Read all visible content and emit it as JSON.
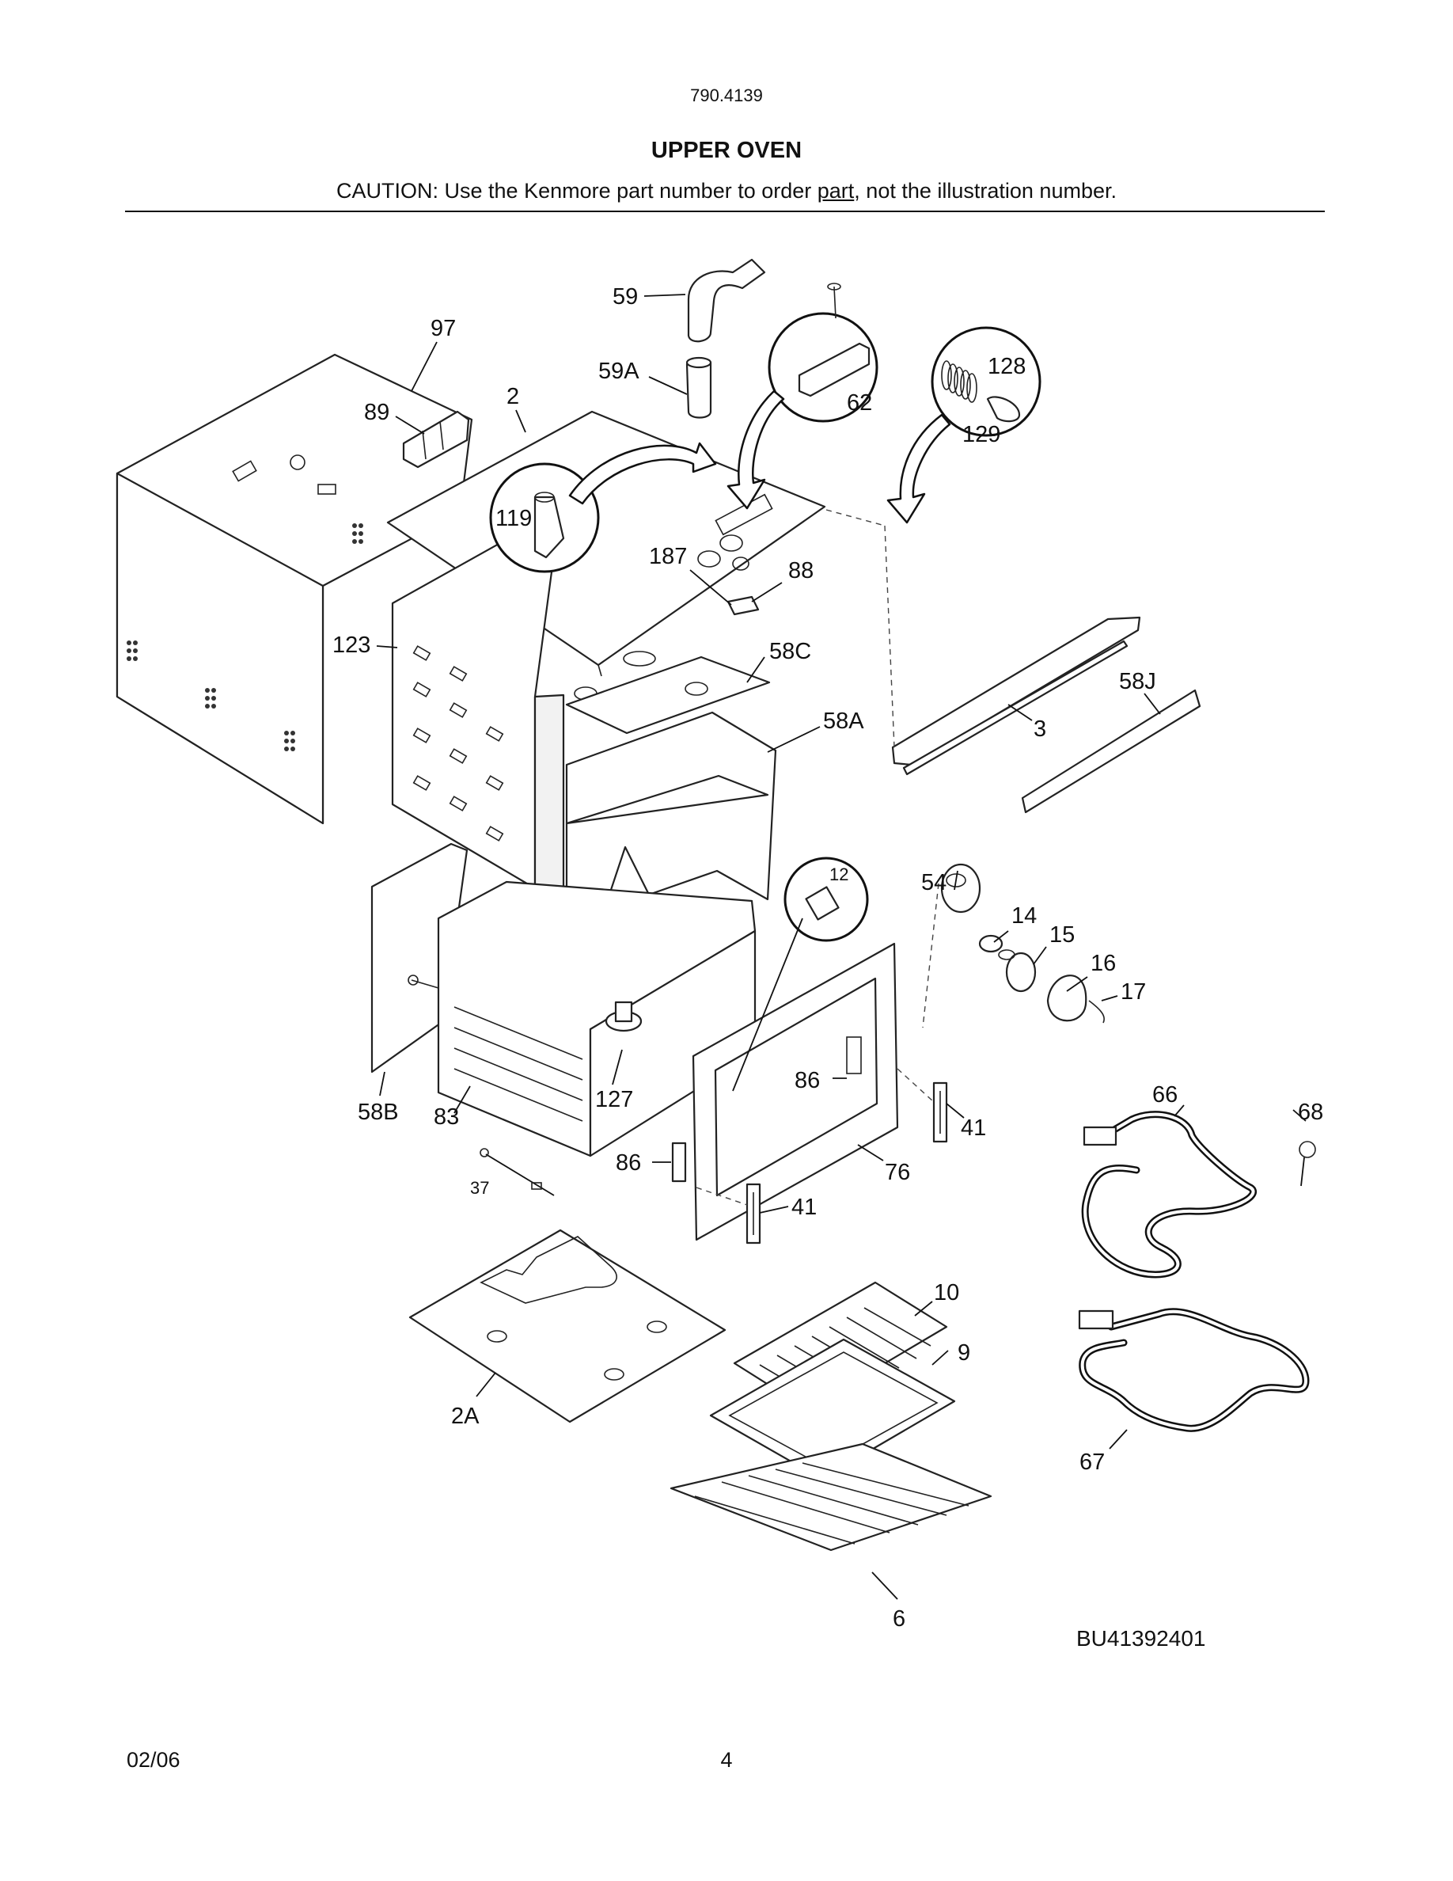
{
  "header": {
    "model": "790.4139",
    "title": "UPPER OVEN",
    "caution_before": "CAUTION: Use the Kenmore part number to order ",
    "caution_underlined": "part",
    "caution_after": ", not the illustration number."
  },
  "callouts": {
    "c59": "59",
    "c59A": "59A",
    "c97": "97",
    "c2": "2",
    "c89": "89",
    "c62": "62",
    "c128": "128",
    "c129": "129",
    "c119": "119",
    "c187": "187",
    "c88": "88",
    "c123": "123",
    "c58C": "58C",
    "c58J": "58J",
    "c58A": "58A",
    "c3": "3",
    "c12": "12",
    "c54": "54",
    "c14": "14",
    "c15": "15",
    "c16": "16",
    "c17": "17",
    "c86a": "86",
    "c58B": "58B",
    "c83": "83",
    "c127": "127",
    "c66": "66",
    "c68": "68",
    "c41a": "41",
    "c86b": "86",
    "c76": "76",
    "c37": "37",
    "c41b": "41",
    "c10": "10",
    "c9": "9",
    "c2A": "2A",
    "c67": "67",
    "c6": "6"
  },
  "diagram_code": "BU41392401",
  "footer": {
    "date": "02/06",
    "page": "4"
  }
}
